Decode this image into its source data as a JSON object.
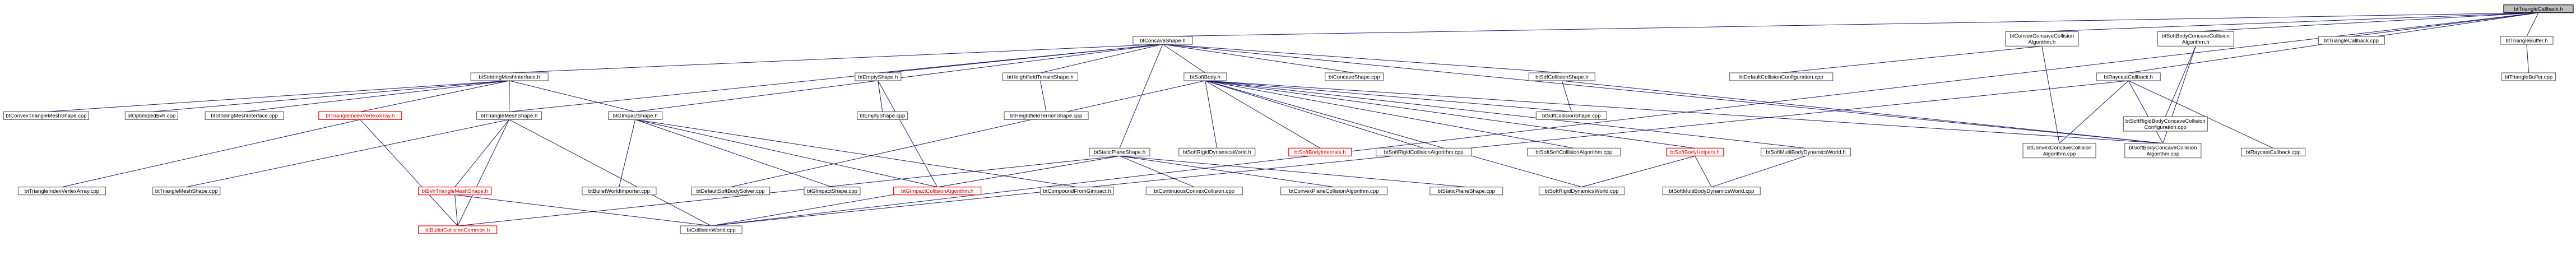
{
  "nodes": [
    {
      "id": "root",
      "label": [
        "btTriangleCallback.h"
      ],
      "root": true
    },
    {
      "id": "concave",
      "label": [
        "btConcaveShape.h"
      ]
    },
    {
      "id": "cccah",
      "label": [
        "btConvexConcaveCollision",
        "Algorithm.h"
      ]
    },
    {
      "id": "sbcch",
      "label": [
        "btSoftBodyConcaveCollision",
        "Algorithm.h"
      ]
    },
    {
      "id": "tcbcpp",
      "label": [
        "btTriangleCallback.cpp"
      ]
    },
    {
      "id": "tbufh",
      "label": [
        "btTriangleBuffer.h"
      ]
    },
    {
      "id": "smi",
      "label": [
        "btStridingMeshInterface.h"
      ]
    },
    {
      "id": "hfh",
      "label": [
        "btHeightfieldTerrainShape.h"
      ]
    },
    {
      "id": "empty",
      "label": [
        "btEmptyShape.h"
      ]
    },
    {
      "id": "softbody",
      "label": [
        "btSoftBody.h"
      ]
    },
    {
      "id": "concavecpp",
      "label": [
        "btConcaveShape.cpp"
      ]
    },
    {
      "id": "sch",
      "label": [
        "btSdfCollisionShape.h"
      ]
    },
    {
      "id": "dcccpp",
      "label": [
        "btDefaultCollisionConfiguration.cpp"
      ]
    },
    {
      "id": "raycast",
      "label": [
        "btRaycastCallback.h"
      ]
    },
    {
      "id": "srbccc",
      "label": [
        "btSoftRigidBodyConcaveCollision",
        "Configuration.cpp"
      ]
    },
    {
      "id": "tbufcpp",
      "label": [
        "btTriangleBuffer.cpp"
      ]
    },
    {
      "id": "ctmcpp",
      "label": [
        "btConvexTriangleMeshShape.cpp"
      ]
    },
    {
      "id": "obvhcpp",
      "label": [
        "btOptimizedBvh.cpp"
      ]
    },
    {
      "id": "smicpp",
      "label": [
        "btStridingMeshInterface.cpp"
      ]
    },
    {
      "id": "tiva",
      "label": [
        "btTriangleIndexVertexArray.h"
      ],
      "red": true
    },
    {
      "id": "tmsh",
      "label": [
        "btTriangleMeshShape.h"
      ]
    },
    {
      "id": "gimpacth",
      "label": [
        "btGImpactShape.h"
      ]
    },
    {
      "id": "emptycpp",
      "label": [
        "btEmptyShape.cpp"
      ]
    },
    {
      "id": "hfcpp",
      "label": [
        "btHeightfieldTerrainShape.cpp"
      ]
    },
    {
      "id": "staticplane",
      "label": [
        "btStaticPlaneShape.h"
      ]
    },
    {
      "id": "srdwh",
      "label": [
        "btSoftRigidDynamicsWorld.h"
      ]
    },
    {
      "id": "sbinternals",
      "label": [
        "btSoftBodyInternals.h"
      ],
      "red": true
    },
    {
      "id": "srcacpp",
      "label": [
        "btSoftRigidCollisionAlgorithm.cpp"
      ]
    },
    {
      "id": "sscacpp",
      "label": [
        "btSoftSoftCollisionAlgorithm.cpp"
      ]
    },
    {
      "id": "sbhelpers",
      "label": [
        "btSoftBodyHelpers.h"
      ],
      "red": true
    },
    {
      "id": "smbdwh",
      "label": [
        "btSoftMultiBodyDynamicsWorld.h"
      ]
    },
    {
      "id": "sdfcpp",
      "label": [
        "btSdfCollisionShape.cpp"
      ]
    },
    {
      "id": "cccacpp",
      "label": [
        "btConvexConcaveCollision",
        "Algorithm.cpp"
      ]
    },
    {
      "id": "sbccacpp",
      "label": [
        "btSoftBodyConcaveCollision",
        "Algorithm.cpp"
      ]
    },
    {
      "id": "raycastcpp",
      "label": [
        "btRaycastCallback.cpp"
      ]
    },
    {
      "id": "tivacpp",
      "label": [
        "btTriangleIndexVertexArray.cpp"
      ]
    },
    {
      "id": "tmshcpp",
      "label": [
        "btTriangleMeshShape.cpp"
      ]
    },
    {
      "id": "bvhtms",
      "label": [
        "btBvhTriangleMeshShape.h"
      ],
      "red": true
    },
    {
      "id": "bwicpp",
      "label": [
        "btBulletWorldImporter.cpp"
      ]
    },
    {
      "id": "dsbscpp",
      "label": [
        "btDefaultSoftBodySolver.cpp"
      ]
    },
    {
      "id": "gimpactcpp",
      "label": [
        "btGImpactShape.cpp"
      ]
    },
    {
      "id": "gimpactcah",
      "label": [
        "btGImpactCollisionAlgorithm.h"
      ],
      "red": true
    },
    {
      "id": "cfgcpp",
      "label": [
        "btCompoundFromGimpact.h"
      ]
    },
    {
      "id": "cccollcpp",
      "label": [
        "btContinuousConvexCollision.cpp"
      ]
    },
    {
      "id": "cpcacpp",
      "label": [
        "btConvexPlaneCollisionAlgorithm.cpp"
      ]
    },
    {
      "id": "spscpp",
      "label": [
        "btStaticPlaneShape.cpp"
      ]
    },
    {
      "id": "srdwcpp",
      "label": [
        "btSoftRigidDynamicsWorld.cpp"
      ]
    },
    {
      "id": "smbdwcpp",
      "label": [
        "btSoftMultiBodyDynamicsWorld.cpp"
      ]
    },
    {
      "id": "bcc",
      "label": [
        "btBulletCollisionCommon.h"
      ],
      "red": true
    },
    {
      "id": "cwcpp",
      "label": [
        "btCollisionWorld.cpp"
      ]
    }
  ]
}
